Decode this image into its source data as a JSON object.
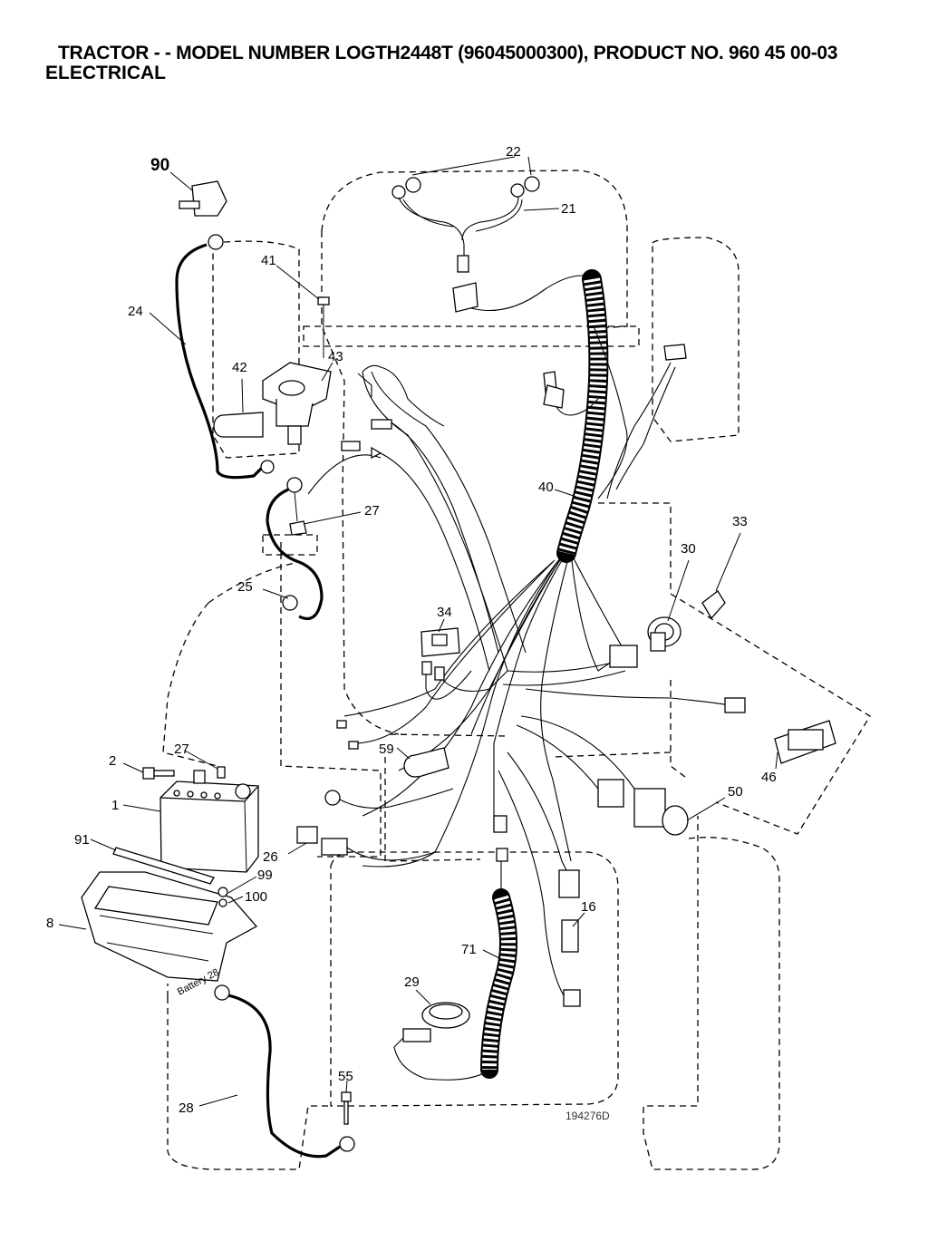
{
  "header": {
    "title": "TRACTOR - - MODEL NUMBER LOGTH2448T (96045000300), PRODUCT NO. 960 45 00-03",
    "section": "ELECTRICAL"
  },
  "drawing": {
    "drawing_number": "194276D",
    "tray_text": "Battery 28"
  },
  "callouts": [
    {
      "id": "90",
      "text": "90"
    },
    {
      "id": "22",
      "text": "22"
    },
    {
      "id": "21",
      "text": "21"
    },
    {
      "id": "41",
      "text": "41"
    },
    {
      "id": "24",
      "text": "24"
    },
    {
      "id": "42",
      "text": "42"
    },
    {
      "id": "43",
      "text": "43"
    },
    {
      "id": "27a",
      "text": "27"
    },
    {
      "id": "40",
      "text": "40"
    },
    {
      "id": "33",
      "text": "33"
    },
    {
      "id": "30",
      "text": "30"
    },
    {
      "id": "25",
      "text": "25"
    },
    {
      "id": "34",
      "text": "34"
    },
    {
      "id": "59",
      "text": "59"
    },
    {
      "id": "2",
      "text": "2"
    },
    {
      "id": "27b",
      "text": "27"
    },
    {
      "id": "1",
      "text": "1"
    },
    {
      "id": "46",
      "text": "46"
    },
    {
      "id": "50",
      "text": "50"
    },
    {
      "id": "91",
      "text": "91"
    },
    {
      "id": "26",
      "text": "26"
    },
    {
      "id": "99",
      "text": "99"
    },
    {
      "id": "100",
      "text": "100"
    },
    {
      "id": "8",
      "text": "8"
    },
    {
      "id": "16",
      "text": "16"
    },
    {
      "id": "71",
      "text": "71"
    },
    {
      "id": "29",
      "text": "29"
    },
    {
      "id": "55",
      "text": "55"
    },
    {
      "id": "28",
      "text": "28"
    }
  ]
}
